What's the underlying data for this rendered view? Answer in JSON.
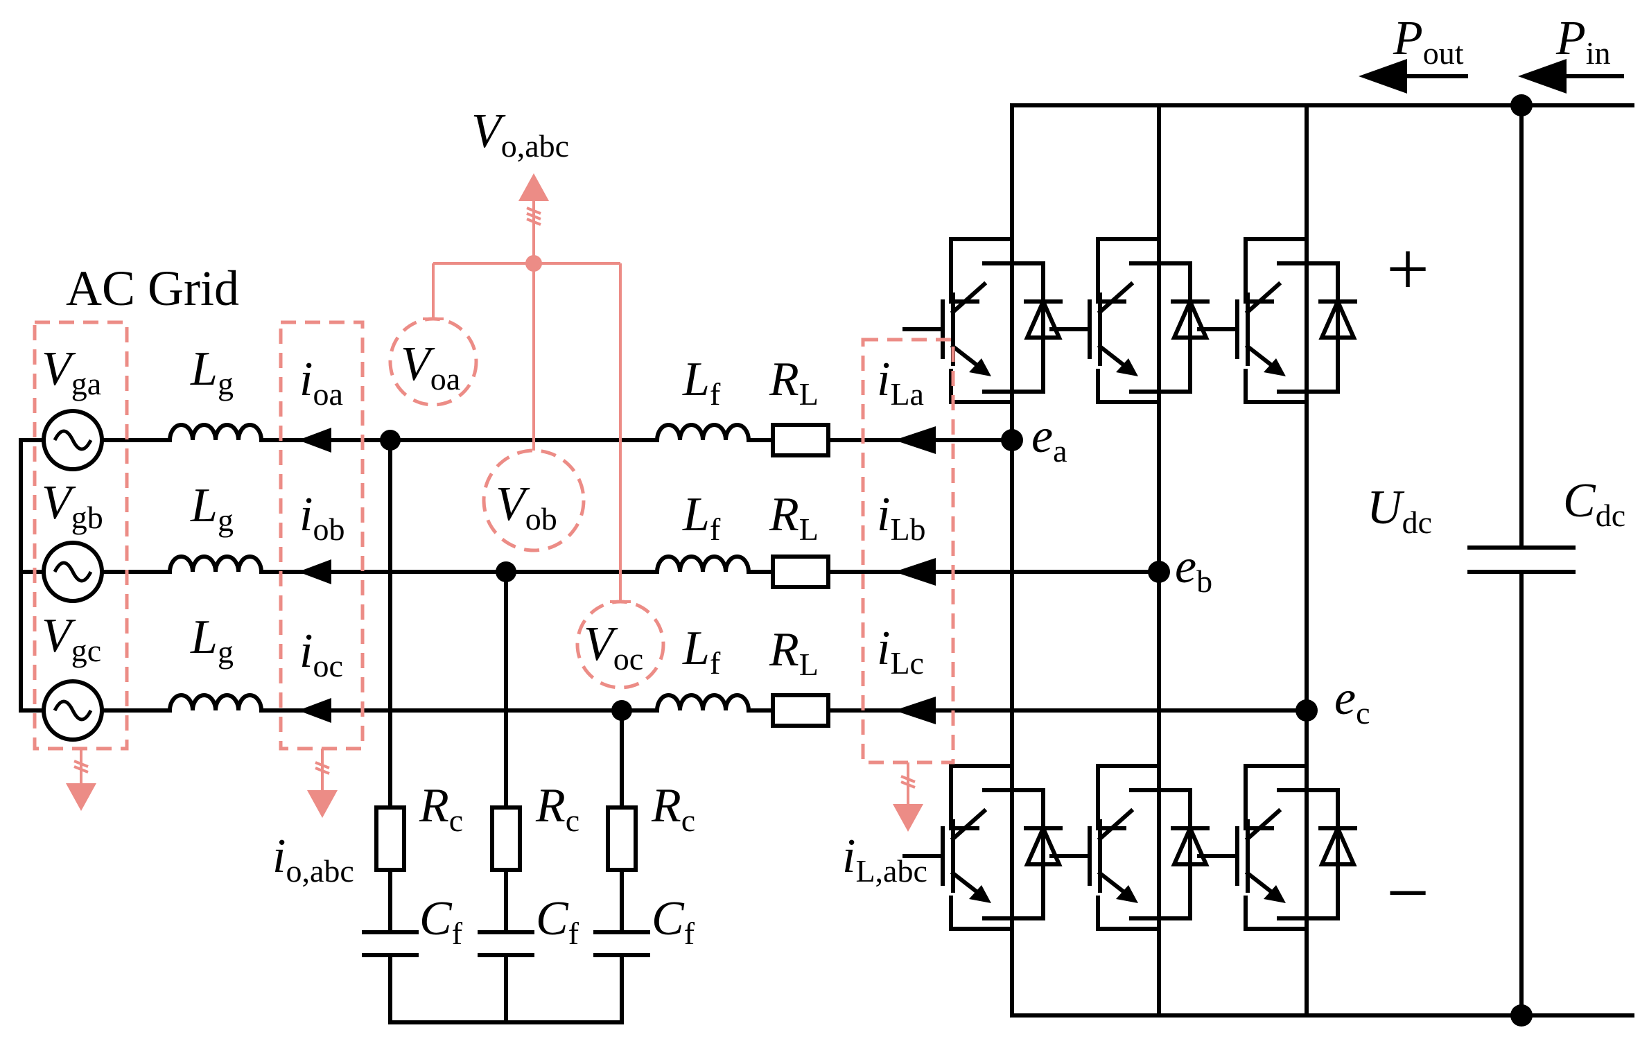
{
  "title": "AC Grid",
  "labels": {
    "P_out": {
      "main": "P",
      "sub": "out"
    },
    "P_in": {
      "main": "P",
      "sub": "in"
    },
    "V_oabc": {
      "main": "V",
      "sub": "o,abc"
    },
    "V_ga": {
      "main": "V",
      "sub": "ga"
    },
    "V_gb": {
      "main": "V",
      "sub": "gb"
    },
    "V_gc": {
      "main": "V",
      "sub": "gc"
    },
    "L_ga": {
      "main": "L",
      "sub": "g"
    },
    "L_gb": {
      "main": "L",
      "sub": "g"
    },
    "L_gc": {
      "main": "L",
      "sub": "g"
    },
    "i_oa": {
      "main": "i",
      "sub": "oa"
    },
    "i_ob": {
      "main": "i",
      "sub": "ob"
    },
    "i_oc": {
      "main": "i",
      "sub": "oc"
    },
    "V_oa": {
      "main": "V",
      "sub": "oa"
    },
    "V_ob": {
      "main": "V",
      "sub": "ob"
    },
    "V_oc": {
      "main": "V",
      "sub": "oc"
    },
    "L_fa": {
      "main": "L",
      "sub": "f"
    },
    "L_fb": {
      "main": "L",
      "sub": "f"
    },
    "L_fc": {
      "main": "L",
      "sub": "f"
    },
    "R_La": {
      "main": "R",
      "sub": "L"
    },
    "R_Lb": {
      "main": "R",
      "sub": "L"
    },
    "R_Lc": {
      "main": "R",
      "sub": "L"
    },
    "i_La": {
      "main": "i",
      "sub": "La"
    },
    "i_Lb": {
      "main": "i",
      "sub": "Lb"
    },
    "i_Lc": {
      "main": "i",
      "sub": "Lc"
    },
    "e_a": {
      "main": "e",
      "sub": "a"
    },
    "e_b": {
      "main": "e",
      "sub": "b"
    },
    "e_c": {
      "main": "e",
      "sub": "c"
    },
    "U_dc": {
      "main": "U",
      "sub": "dc"
    },
    "C_dc": {
      "main": "C",
      "sub": "dc"
    },
    "R_c1": {
      "main": "R",
      "sub": "c"
    },
    "R_c2": {
      "main": "R",
      "sub": "c"
    },
    "R_c3": {
      "main": "R",
      "sub": "c"
    },
    "C_f1": {
      "main": "C",
      "sub": "f"
    },
    "C_f2": {
      "main": "C",
      "sub": "f"
    },
    "C_f3": {
      "main": "C",
      "sub": "f"
    },
    "i_oabc": {
      "main": "i",
      "sub": "o,abc"
    },
    "i_Labc": {
      "main": "i",
      "sub": "L,abc"
    }
  },
  "symbols": {
    "plus": "+",
    "minus": "−"
  },
  "colors": {
    "wire": "#000000",
    "measurement": "#ec8c86"
  }
}
